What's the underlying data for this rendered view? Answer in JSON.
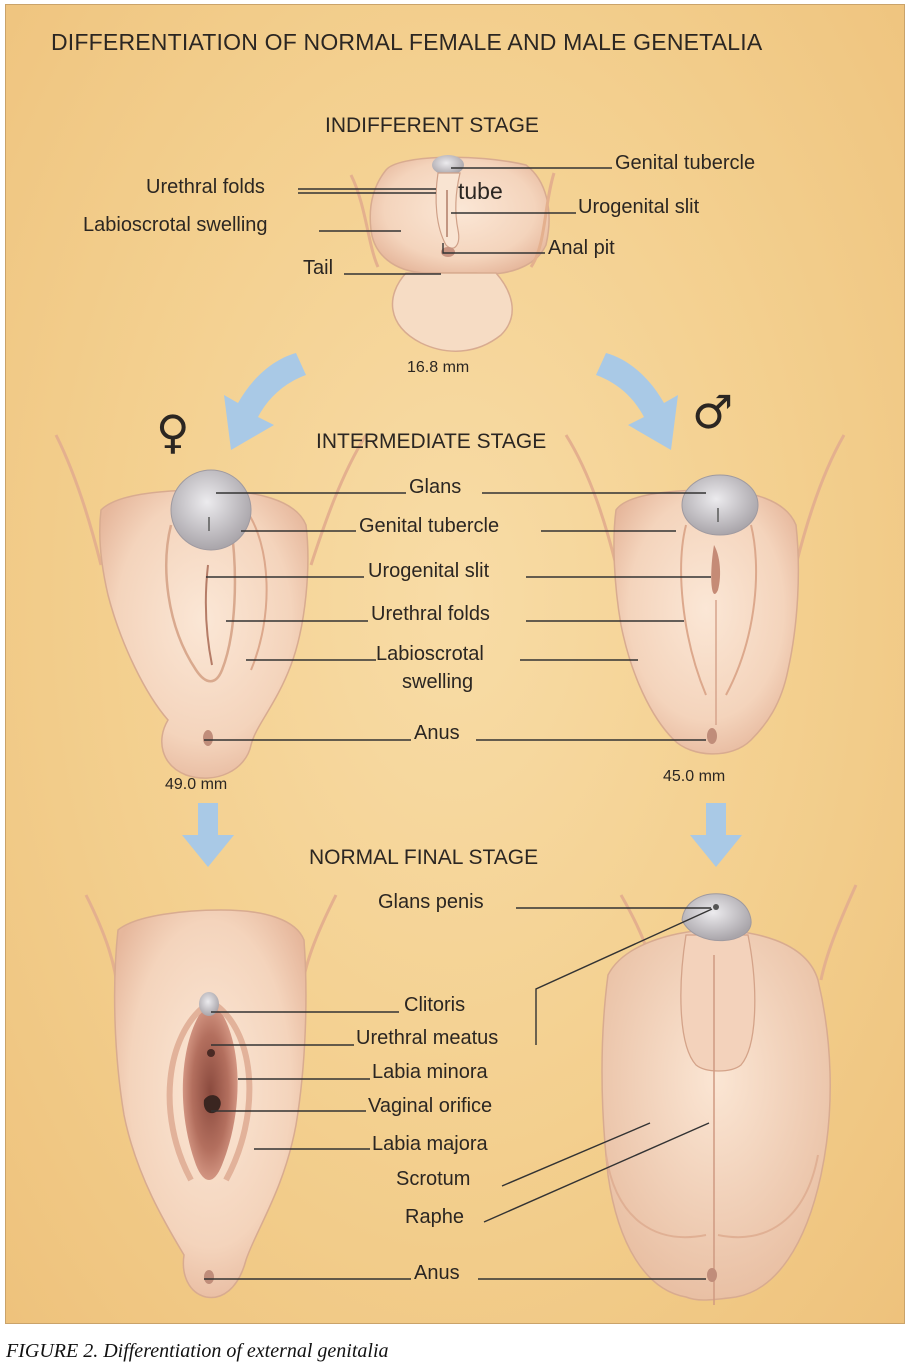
{
  "title": "DIFFERENTIATION OF NORMAL FEMALE AND MALE GENETALIA",
  "stages": {
    "indifferent": {
      "heading": "INDIFFERENT STAGE",
      "size": "16.8 mm",
      "labels": {
        "genital_tubercle": "Genital tubercle",
        "urethral_folds": "Urethral folds",
        "tube": "tube",
        "urogenital_slit": "Urogenital slit",
        "labioscrotal_swelling": "Labioscrotal  swelling",
        "anal_pit": "Anal pit",
        "tail": "Tail"
      }
    },
    "intermediate": {
      "heading": "INTERMEDIATE STAGE",
      "female_size": "49.0 mm",
      "male_size": "45.0 mm",
      "female_symbol": "♀",
      "male_symbol": "♂",
      "labels": {
        "glans": "Glans",
        "genital_tubercle": "Genital tubercle",
        "urogenital_slit": "Urogenital slit",
        "urethral_folds": "Urethral folds",
        "labioscrotal_1": "Labioscrotal",
        "labioscrotal_2": "swelling",
        "anus": "Anus"
      }
    },
    "final": {
      "heading": "NORMAL FINAL STAGE",
      "labels": {
        "glans_penis": "Glans penis",
        "clitoris": "Clitoris",
        "urethral_meatus": "Urethral meatus",
        "labia_minora": "Labia minora",
        "vaginal_orifice": "Vaginal orifice",
        "labia_majora": "Labia majora",
        "scrotum": "Scrotum",
        "raphe": "Raphe",
        "anus": "Anus"
      }
    }
  },
  "caption": "FIGURE 2. Differentiation of external genitalia",
  "colors": {
    "background": "#f3cf8e",
    "skin": "#f7dcc6",
    "skin_shadow": "#e7b9a0",
    "glans": "#c9c4c6",
    "arrow": "#a9c9e6",
    "leader": "#333333"
  }
}
